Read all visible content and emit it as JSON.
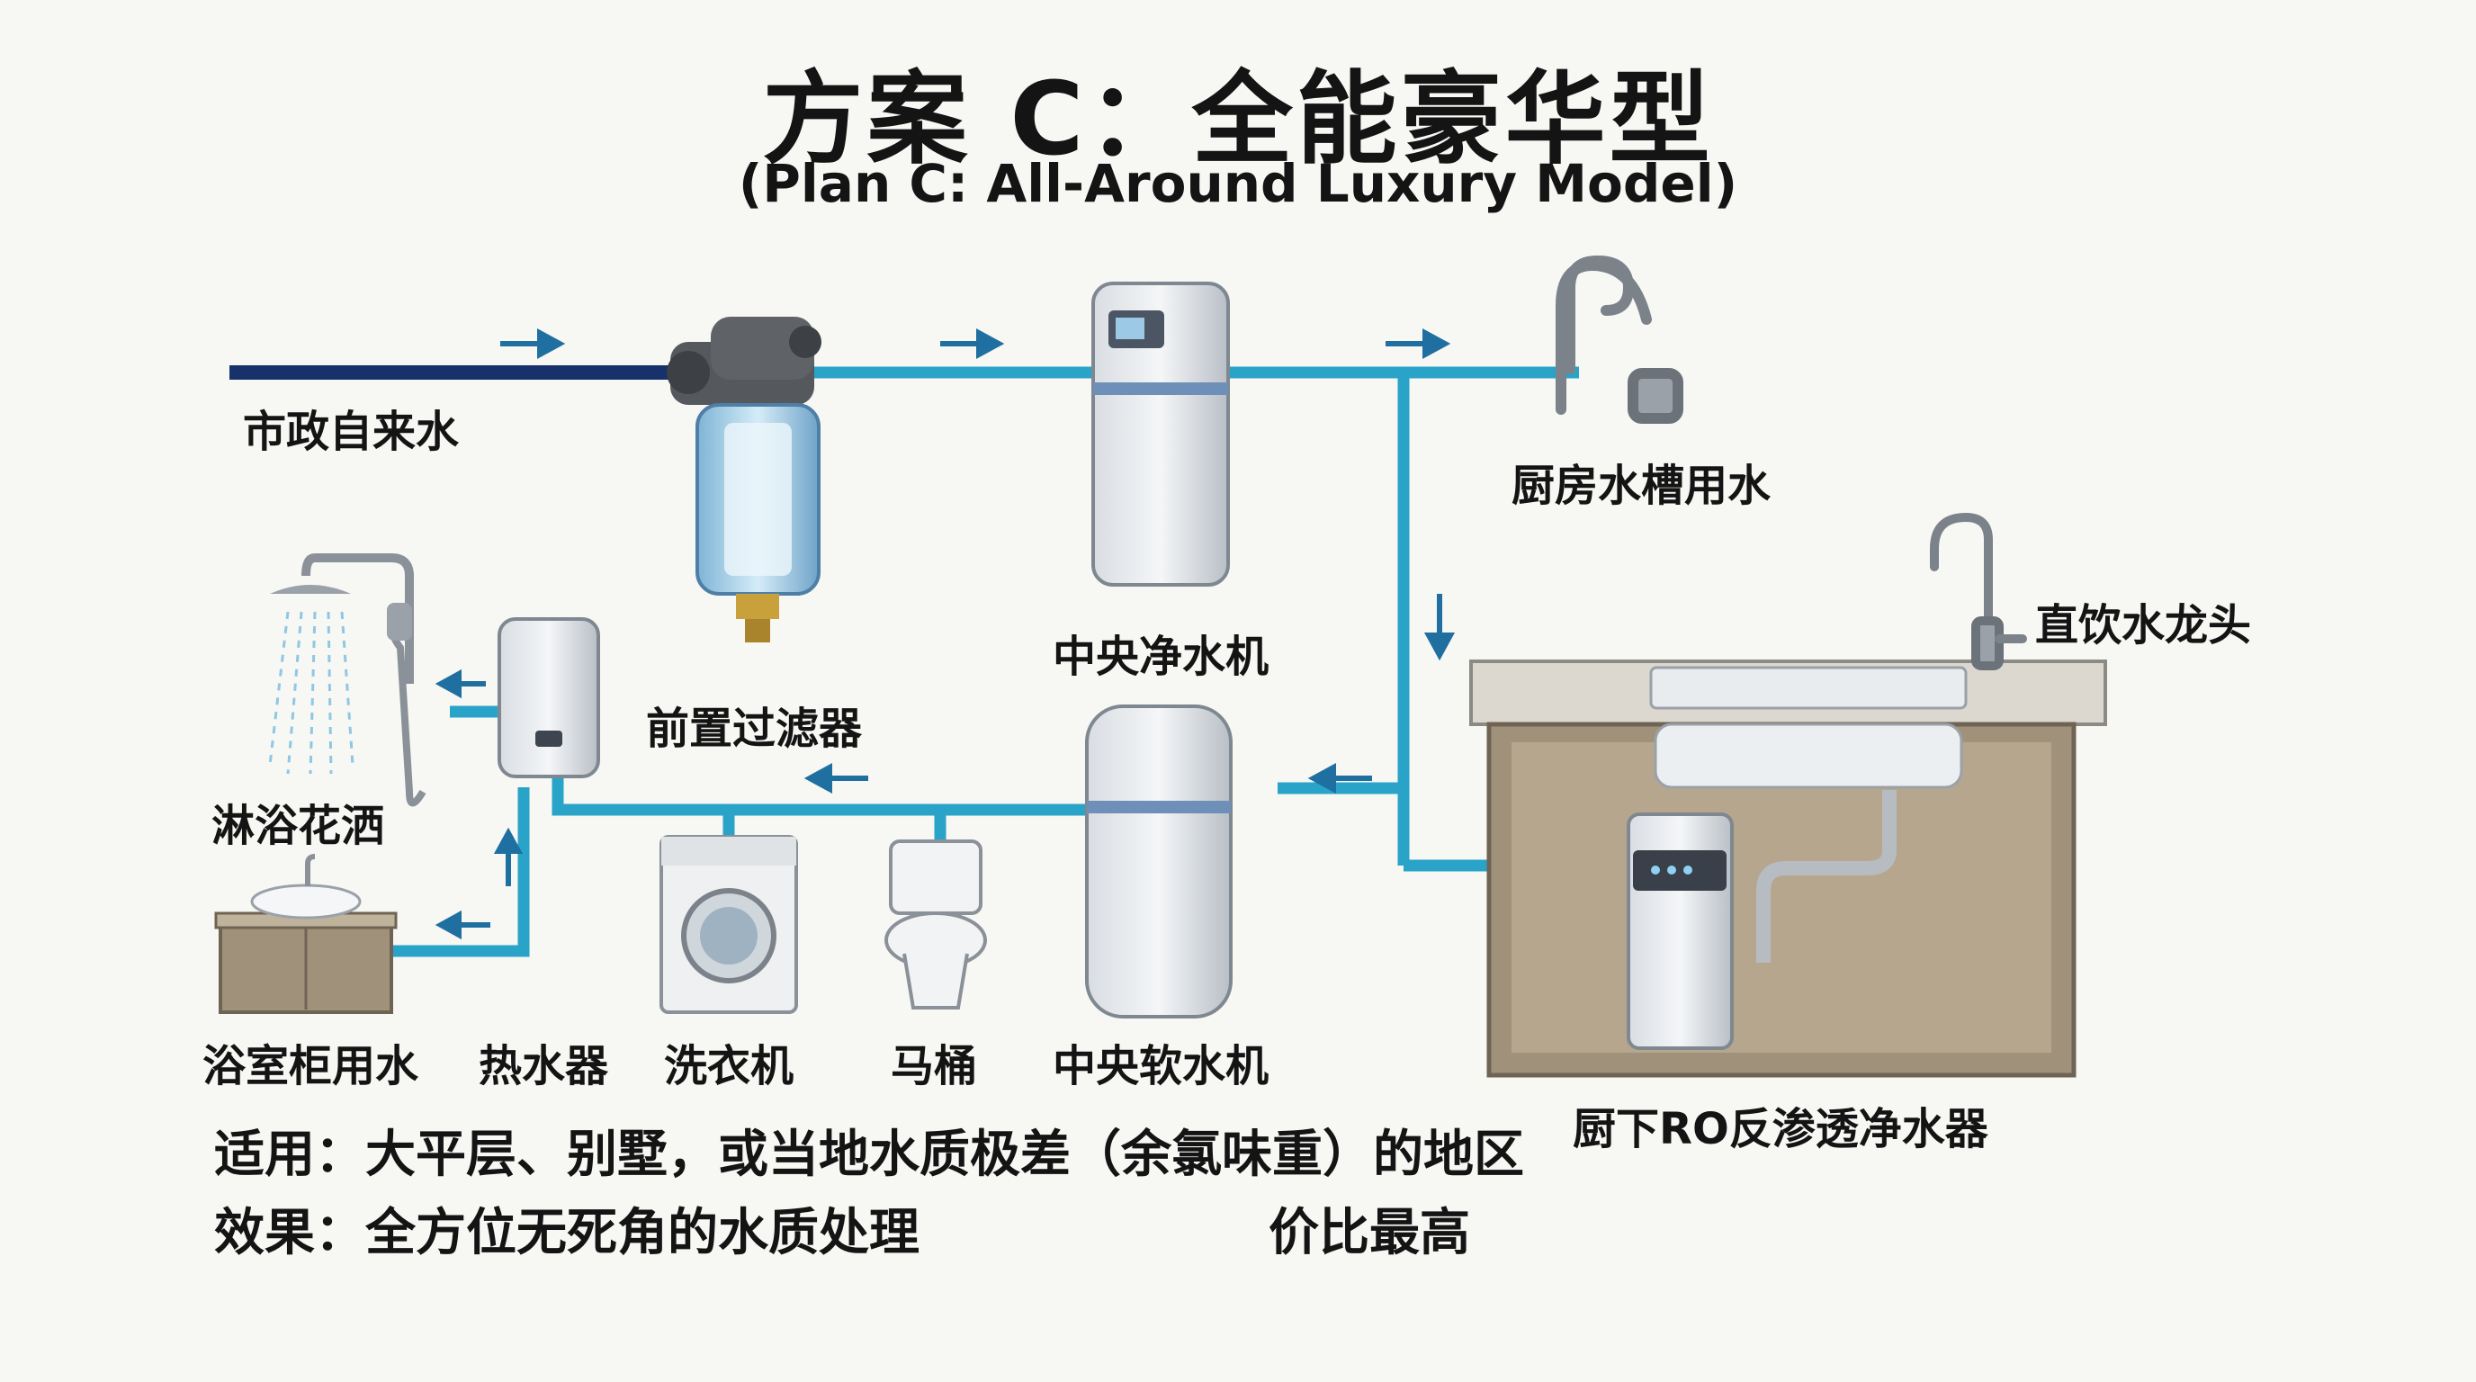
{
  "header": {
    "title": "方案 C：全能豪华型",
    "subtitle": "(Plan C: All-Around Luxury Model)"
  },
  "labels": {
    "municipal_water": "市政自来水",
    "prefilter": "前置过滤器",
    "central_purifier": "中央净水机",
    "kitchen_sink_water": "厨房水槽用水",
    "direct_drink_faucet": "直饮水龙头",
    "shower": "淋浴花洒",
    "bathroom_cabinet": "浴室柜用水",
    "water_heater": "热水器",
    "washing_machine": "洗衣机",
    "toilet": "马桶",
    "central_softener": "中央软水机",
    "ro_purifier": "厨下RO反渗透净水器"
  },
  "notes": {
    "applicable": "适用：大平层、别墅，或当地水质极差（余氯味重）的地区",
    "effect": "效果：全方位无死角的水质处理",
    "value": "价比最高"
  },
  "colors": {
    "main_pipe": "#17316b",
    "treated_pipe": "#2aa3c9",
    "arrow": "#1f6fa0",
    "cabinet": "#a0917a"
  }
}
